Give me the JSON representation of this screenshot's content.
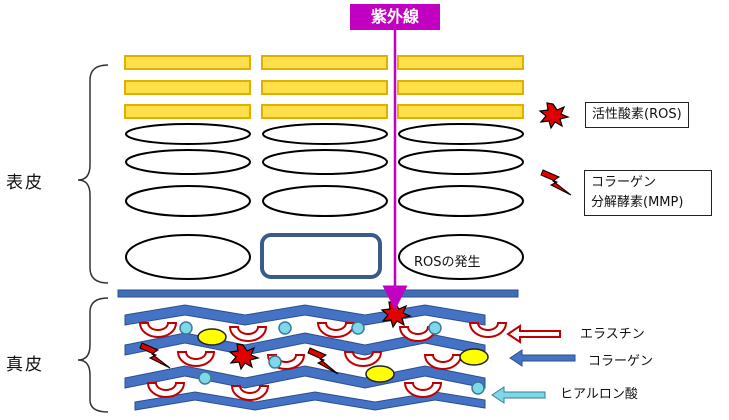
{
  "uv_label": "紫外線",
  "layers": {
    "epidermis": "表皮",
    "dermis": "真皮"
  },
  "cell_annotation": "ROSの発生",
  "legend": {
    "ros": "活性酸素(ROS)",
    "mmp_line1": "コラーゲン",
    "mmp_line2": "分解酵素(MMP)"
  },
  "dermis_components": {
    "elastin": "エラスチン",
    "collagen": "コラーゲン",
    "hyaluronic_acid": "ヒアルロン酸"
  },
  "colors": {
    "uv": "#c200c2",
    "horny_layer": "#ffe04a",
    "horny_border": "#e0b000",
    "basement": "#3e6fb5",
    "collagen_fiber": "#4472c4",
    "elastin": "#c00000",
    "hyaluronic": "#7fd8e8",
    "yellow_cell": "#ffff00",
    "ros_star": "#e00000"
  }
}
